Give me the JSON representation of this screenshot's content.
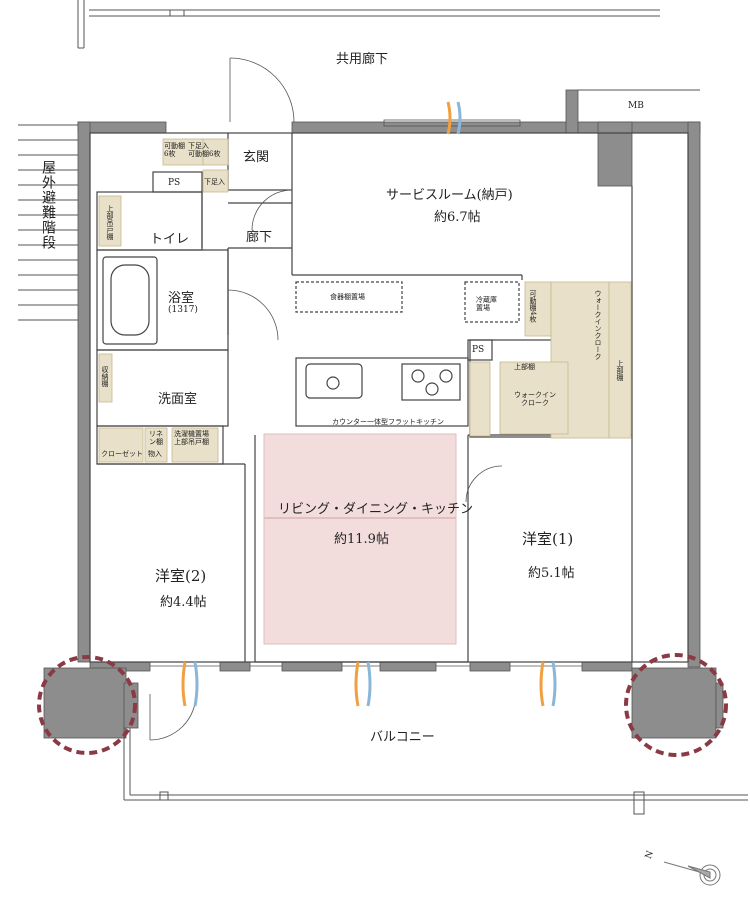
{
  "corridor": "共用廊下",
  "mb": "MB",
  "stairs": "屋外避難階段",
  "entrance": "玄関",
  "hall": "廊下",
  "ps_top": "PS",
  "ps_kitchen": "PS",
  "shoe_left": "可動棚\n6枚",
  "shoe_mid": "下足入\n可動棚6枚",
  "shoe_small": "下足入",
  "service_room": "サービスルーム(納戸)",
  "service_area": "約6.7帖",
  "toilet": "トイレ",
  "toilet_shelf": "上部吊戸棚",
  "bath": "浴室",
  "bath_size": "(1317)",
  "washroom": "洗面室",
  "wash_shelf": "収納棚",
  "linen": "リネン棚",
  "washer": "洗濯機置場\n上部吊戸棚",
  "closet": "クローゼット",
  "storage": "物入",
  "dish_shelf": "食器棚置場",
  "fridge": "冷蔵庫\n置場",
  "movable_shelf": "可動棚4枚",
  "wic_vertical": "ウォークインクローク",
  "upper_shelf_v": "上部棚",
  "upper_shelf": "上部棚",
  "wic": "ウォークイン\nクローク",
  "kitchen_note": "カウンター一体型フラットキッチン",
  "ldk": "リビング・ダイニング・キッチン",
  "ldk_area": "約11.9帖",
  "room1": "洋室(1)",
  "room1_area": "約5.1帖",
  "room2": "洋室(2)",
  "room2_area": "約4.4帖",
  "balcony": "バルコニー",
  "north": "N",
  "colors": {
    "wall": "#8d8d8d",
    "wall_dark": "#555555",
    "ldk_fill": "#f2dcdc",
    "ldk_line": "#e2bebe",
    "storage_fill": "#e8e0c8",
    "storage_line": "#c8b890",
    "marker": "#8a3a44",
    "airflow_orange": "#f0a040",
    "airflow_blue": "#8ab6d8"
  }
}
